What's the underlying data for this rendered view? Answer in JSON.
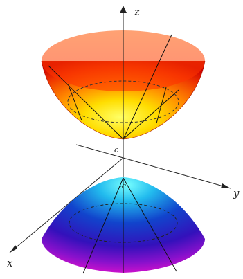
{
  "figure": {
    "type": "hyperboloid-of-two-sheets",
    "axes": {
      "z_label": "z",
      "y_label": "y",
      "x_label": "x"
    },
    "vertices": {
      "upper_label": "c",
      "lower_label": "-c"
    },
    "colors": {
      "upper_sheet": [
        "#ffff66",
        "#ffcc00",
        "#ff8800",
        "#ee3300",
        "#b80000"
      ],
      "lower_sheet": [
        "#66ffff",
        "#2299ee",
        "#1133cc",
        "#6611cc",
        "#cc00cc"
      ]
    }
  }
}
